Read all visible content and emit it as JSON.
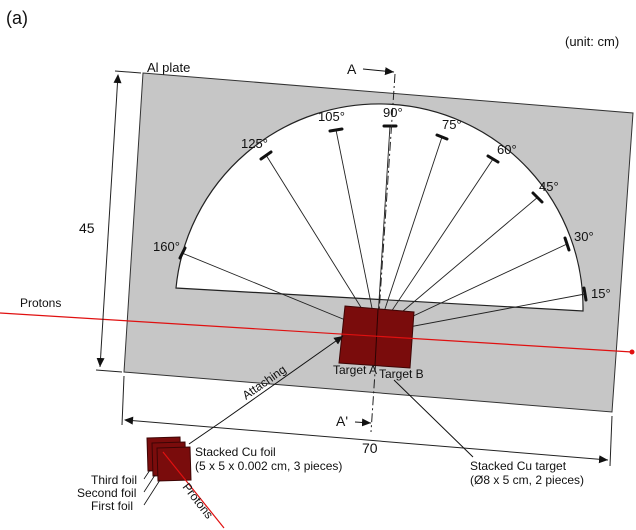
{
  "panel_label": "(a)",
  "unit_note": "(unit: cm)",
  "plate_label": "Al plate",
  "section_top_label": "A",
  "section_bottom_label": "A'",
  "width_dim": "70",
  "height_dim": "45",
  "beam_label_left": "Protons",
  "beam_label_bottom": "Protons",
  "attaching_label": "Attaching",
  "target_a_label": "Target A",
  "target_b_label": "Target B",
  "foil": {
    "title": "Stacked Cu foil",
    "spec": "(5 x 5 x 0.002 cm, 3 pieces)",
    "third": "Third foil",
    "second": "Second foil",
    "first": "First foil"
  },
  "target_stack": {
    "title": "Stacked Cu target",
    "spec": "(Ø8 x 5 cm, 2 pieces)"
  },
  "angles": [
    "15°",
    "30°",
    "45°",
    "60°",
    "75°",
    "90°",
    "105°",
    "125°",
    "160°"
  ],
  "colors": {
    "plate": "#c6c6c6",
    "target": "#7a0c0c",
    "beam": "#e01010"
  }
}
